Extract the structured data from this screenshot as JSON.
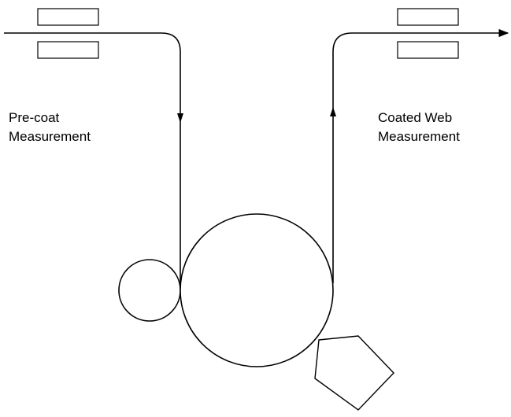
{
  "labels": {
    "precoat": {
      "line1": "Pre-coat",
      "line2": "Measurement"
    },
    "coated": {
      "line1": "Coated Web",
      "line2": "Measurement"
    }
  },
  "colors": {
    "stroke": "#000000",
    "background": "#ffffff"
  }
}
